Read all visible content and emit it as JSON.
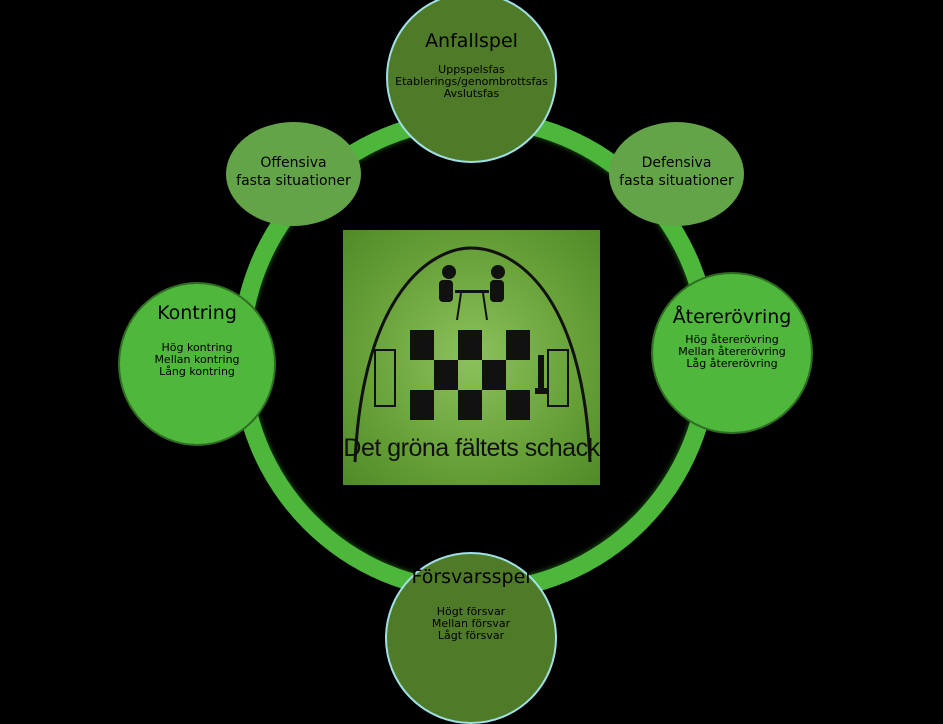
{
  "center_logo": {
    "text": "Det gröna fältets schack"
  },
  "nodes": {
    "anfallspel": {
      "title": "Anfallspel",
      "items": [
        "Uppspelsfas",
        "Etablerings/genombrottsfas",
        "Avslutsfas"
      ]
    },
    "offensiva": {
      "title_line1": "Offensiva",
      "title_line2": "fasta situationer"
    },
    "defensiva": {
      "title_line1": "Defensiva",
      "title_line2": "fasta situationer"
    },
    "kontring": {
      "title": "Kontring",
      "items": [
        "Hög kontring",
        "Mellan kontring",
        "Lång kontring"
      ]
    },
    "aterovring": {
      "title": "Återerövring",
      "items": [
        "Hög återerövring",
        "Mellan återerövring",
        "Låg återerövring"
      ]
    },
    "forsvarsspel": {
      "title": "Försvarsspel",
      "items": [
        "Högt försvar",
        "Mellan försvar",
        "Lågt försvar"
      ]
    }
  }
}
